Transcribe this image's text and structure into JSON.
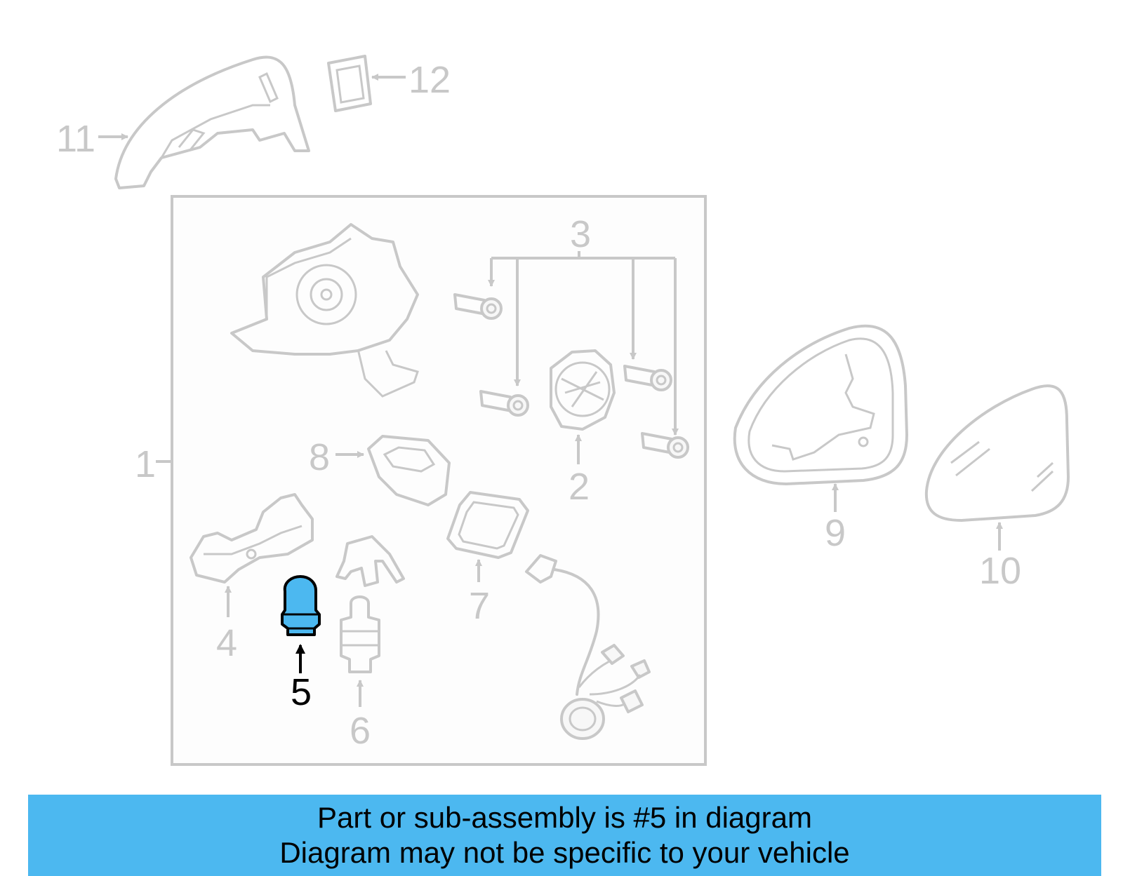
{
  "callouts": {
    "c1": "1",
    "c2": "2",
    "c3": "3",
    "c4": "4",
    "c5": "5",
    "c6": "6",
    "c7": "7",
    "c8": "8",
    "c9": "9",
    "c10": "10",
    "c11": "11",
    "c12": "12"
  },
  "highlight": {
    "part": "5",
    "color": "#4cb8f0"
  },
  "banner": {
    "line1": "Part or sub-assembly is #5 in diagram",
    "line2": "Diagram may not be specific to your vehicle",
    "color": "#4cb8f0"
  }
}
